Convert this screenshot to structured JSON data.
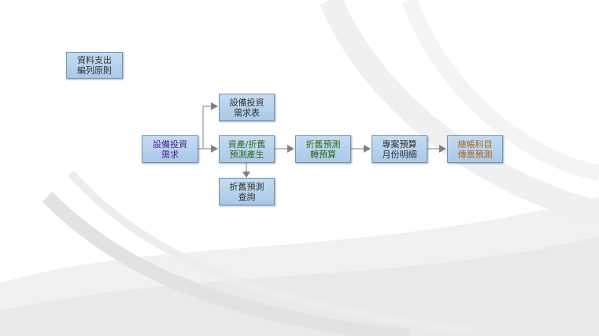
{
  "diagram": {
    "nodes": {
      "budget_principle": {
        "label": "資料支出\n編列原則",
        "color": "#333333"
      },
      "equipment_form": {
        "label": "設備投資\n需求表",
        "color": "#333333"
      },
      "equipment_demand": {
        "label": "設備投資\n需求",
        "color": "#4b1e8c"
      },
      "asset_depreciation": {
        "label": "資產/折舊\n預測產生",
        "color": "#2f6b1a"
      },
      "depreciation_query": {
        "label": "折舊預測\n查詢",
        "color": "#333333"
      },
      "depreciation_transfer": {
        "label": "折舊預測\n轉預算",
        "color": "#2f6b1a"
      },
      "project_monthly": {
        "label": "專案預算\n月份明細",
        "color": "#333333"
      },
      "voucher_forecast": {
        "label": "總帳科目\n傳票預測",
        "color": "#b0621a"
      }
    },
    "colors": {
      "node_fill": "#b6d2ee",
      "node_border": "#6f93bd",
      "connector": "#808080"
    }
  }
}
